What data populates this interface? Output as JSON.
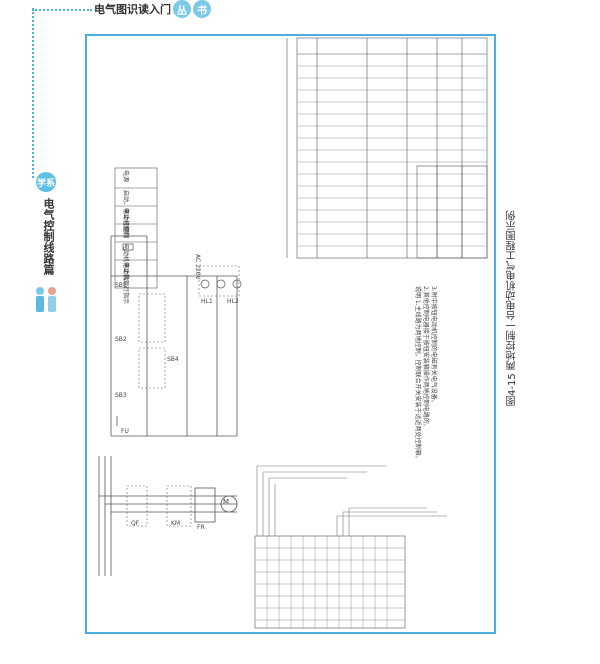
{
  "header": {
    "title": "电气图识读入门",
    "badges": [
      "丛",
      "书"
    ]
  },
  "side": {
    "badge": "学系",
    "title": "电气控制线路篇"
  },
  "figure": {
    "caption": "图4-15 两地控制一台电动机电气工程图示例"
  },
  "diagram": {
    "voltage_label": "AC 220V",
    "motor_label": "M",
    "notes_lines": [
      "说明 1.主线路为两地控制，控制联合开关安装于远近两处控制箱。",
      "2.其他控制电器接于按钮安装箱操作两地控制电路的。",
      "3.附中按钮电动机控制的电磁有关电气设备。"
    ],
    "function_table": [
      "电源",
      "启动、停止控制",
      "电动机控制",
      "运行",
      "电动机停止指示",
      "电动机运行指示"
    ],
    "component_labels": [
      "QF",
      "KM",
      "FR",
      "SB1",
      "SB2",
      "SB3",
      "SB4",
      "HL1",
      "HL2",
      "FU"
    ]
  }
}
